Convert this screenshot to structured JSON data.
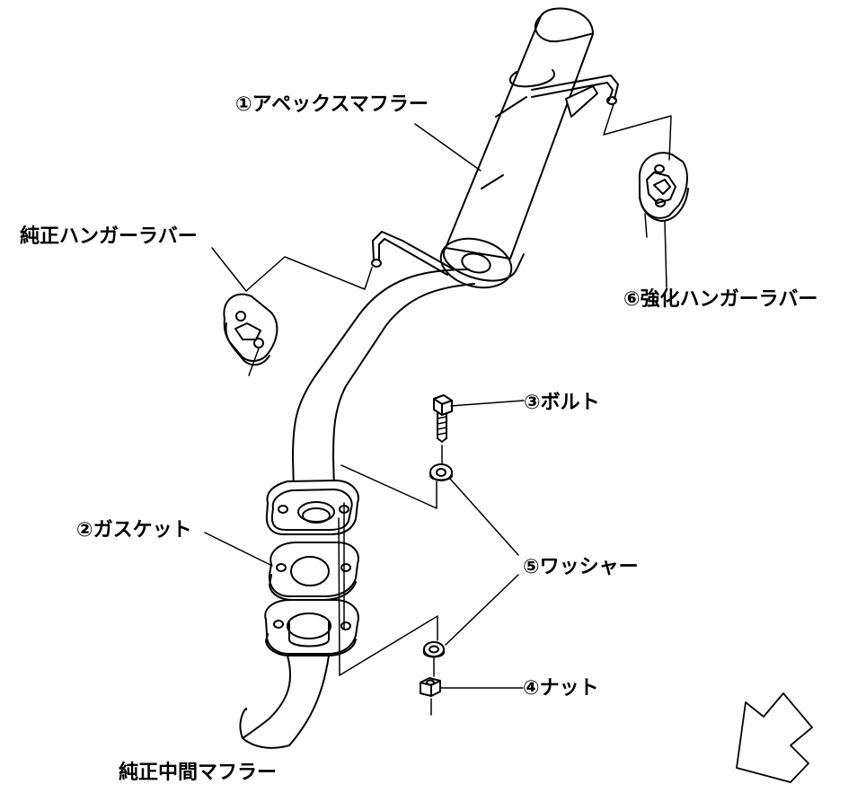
{
  "labels": {
    "muffler": "①アペックスマフラー",
    "orig_hanger": "純正ハンガーラバー",
    "reinf_hanger": "⑥強化ハンガーラバー",
    "bolt": "③ボルト",
    "gasket": "②ガスケット",
    "washer": "⑤ワッシャー",
    "nut": "④ナット",
    "orig_mid_muffler": "純正中間マフラー"
  },
  "colors": {
    "line": "#000000",
    "background": "#ffffff"
  },
  "icons": {
    "direction_arrow": "front-direction-arrow-icon"
  }
}
